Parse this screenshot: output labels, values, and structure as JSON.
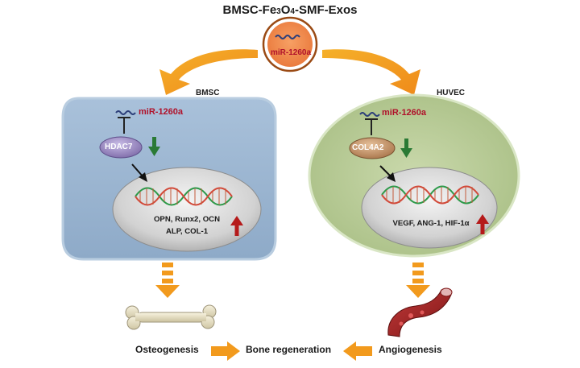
{
  "title_main": "BMSC-Fe",
  "title_sub1": "3",
  "title_mid": "O",
  "title_sub2": "4",
  "title_end": "-SMF-Exos",
  "exosome_label": "miR-1260a",
  "left_cell": {
    "label": "BMSC",
    "mirna": "miR-1260a",
    "target": "HDAC7",
    "markers_line1": "OPN, Runx2, OCN",
    "markers_line2": "ALP, COL-1",
    "target_change": "down",
    "marker_change": "up",
    "outcome": "Osteogenesis"
  },
  "right_cell": {
    "label": "HUVEC",
    "mirna": "miR-1260a",
    "target": "COL4A2",
    "markers": "VEGF, ANG-1, HIF-1α",
    "target_change": "down",
    "marker_change": "up",
    "outcome": "Angiogenesis"
  },
  "result": "Bone regeneration",
  "colors": {
    "arrow_orange": "#f29a1d",
    "left_cell": "#9db7d1",
    "right_cell": "#c0d29e",
    "mirna_red": "#b0122b",
    "down_green": "#2a7a35",
    "up_red": "#b51a1a"
  }
}
